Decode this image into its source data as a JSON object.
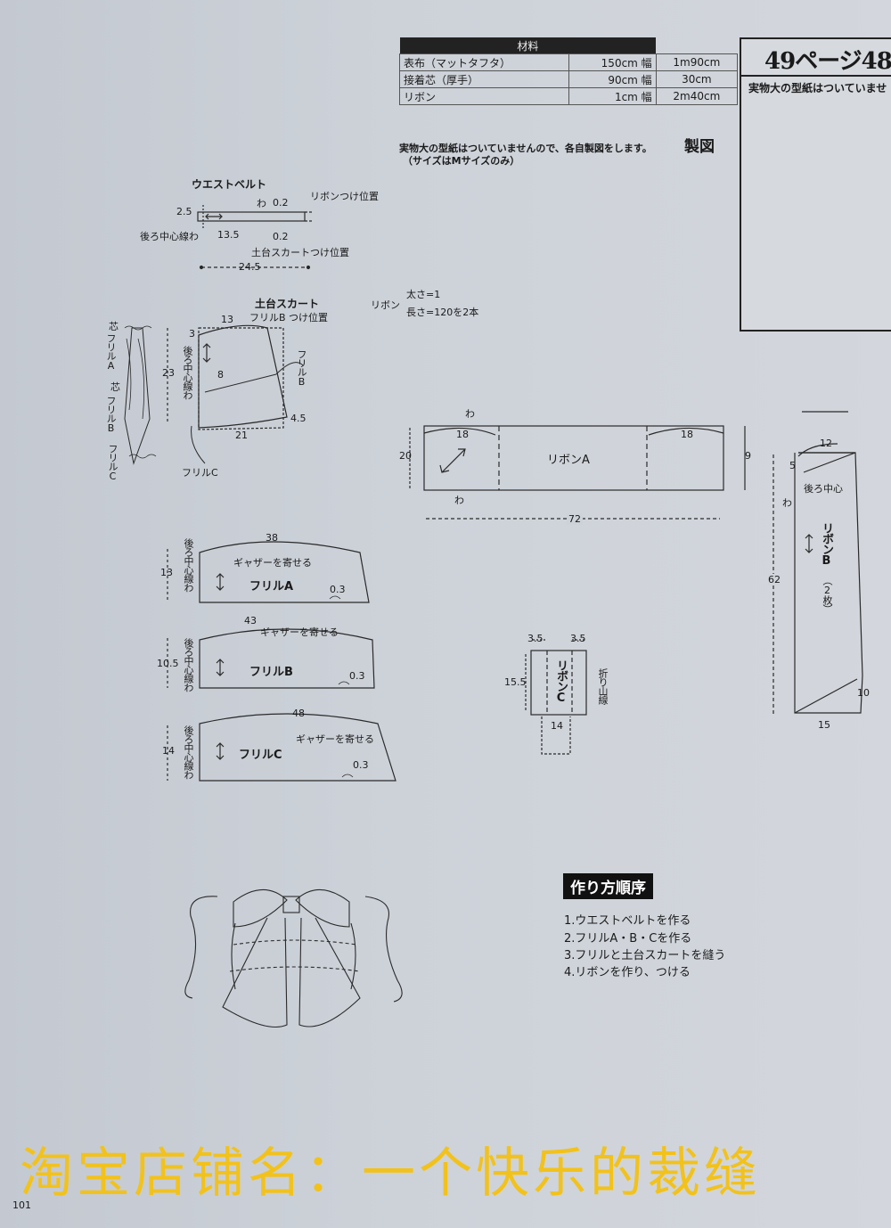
{
  "materials": {
    "header": "材料",
    "rows": [
      {
        "name": "表布（マットタフタ）",
        "width": "150cm 幅",
        "length": "1m90cm"
      },
      {
        "name": "接着芯（厚手）",
        "width": "90cm 幅",
        "length": "30cm"
      },
      {
        "name": "リボン",
        "width": "1cm 幅",
        "length": "2m40cm"
      }
    ]
  },
  "reference": {
    "title": "49ページ48",
    "subtitle": "実物大の型紙はついていませ"
  },
  "intro": {
    "note": "実物大の型紙はついていませんので、各自製図をします。",
    "size_note": "（サイズはMサイズのみ）",
    "heading": "製図"
  },
  "waist_belt": {
    "title": "ウエストベルト",
    "labels": {
      "wa": "わ",
      "v02a": "0.2",
      "ribbon_pos": "リボンつけ位置",
      "v25": "2.5",
      "back_center": "後ろ中心線わ",
      "v135": "13.5",
      "v02b": "0.2",
      "skirt_pos": "土台スカートつけ位置",
      "v245": "24.5"
    }
  },
  "ribbon_note": {
    "label": "リボン",
    "width": "太さ=1",
    "length": "長さ=120を2本"
  },
  "base_skirt": {
    "title": "土台スカート",
    "frill_b_pos": "フリルB つけ位置",
    "labels": {
      "v13": "13",
      "v3": "3",
      "v23": "23",
      "v8": "8",
      "v45": "4.5",
      "v21": "21",
      "back_center": "後ろ中心線わ",
      "frill_b": "フリルB",
      "frill_c": "フリルC",
      "core1": "芯",
      "frill_a": "フリルA",
      "core2": "芯",
      "frill_b2": "フリルB",
      "frill_c2": "フリルC"
    }
  },
  "ribbon_a": {
    "label": "リボンA",
    "labels": {
      "wa_top": "わ",
      "v18a": "18",
      "v18b": "18",
      "v20": "20",
      "v9": "9",
      "wa_bottom": "わ",
      "v72": "72"
    }
  },
  "ribbon_b": {
    "label": "リボンB",
    "count": "（2枚）",
    "labels": {
      "v12": "12",
      "v5": "5",
      "back_center": "後ろ中心",
      "wa": "わ",
      "v62": "62",
      "v10": "10",
      "v15": "15"
    }
  },
  "ribbon_c": {
    "label": "リボンC",
    "fold": "折り山線",
    "labels": {
      "v35a": "3.5",
      "v35b": "3.5",
      "v155": "15.5",
      "v14": "14"
    }
  },
  "frills": [
    {
      "label": "フリルA",
      "top": "38",
      "side": "13",
      "gather": "ギャザーを寄せる",
      "seam": "0.3",
      "back_center": "後ろ中心線わ"
    },
    {
      "label": "フリルB",
      "top": "43",
      "side": "10.5",
      "gather": "ギャザーを寄せる",
      "seam": "0.3",
      "back_center": "後ろ中心線わ"
    },
    {
      "label": "フリルC",
      "top": "48",
      "side": "14",
      "gather": "ギャザーを寄せる",
      "seam": "0.3",
      "back_center": "後ろ中心線わ"
    }
  ],
  "steps": {
    "heading": "作り方順序",
    "items": [
      "1.ウエストベルトを作る",
      "2.フリルA・B・Cを作る",
      "3.フリルと土台スカートを縫う",
      "4.リボンを作り、つける"
    ]
  },
  "watermark": "淘宝店铺名：一个快乐的裁缝",
  "page_number": "101"
}
